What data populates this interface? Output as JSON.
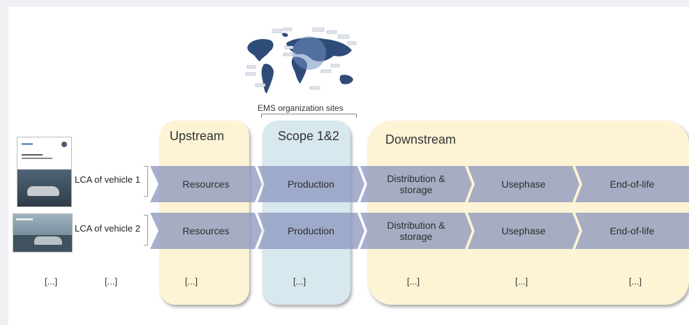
{
  "map": {
    "caption": "EMS organization sites"
  },
  "phases": {
    "upstream": "Upstream",
    "scope": "Scope 1&2",
    "downstream": "Downstream"
  },
  "rows": [
    {
      "label": "LCA of vehicle 1",
      "steps": [
        "Resources",
        "Production",
        "Distribution & storage",
        "Usephase",
        "End-of-life"
      ]
    },
    {
      "label": "LCA of vehicle 2",
      "steps": [
        "Resources",
        "Production",
        "Distribution & storage",
        "Usephase",
        "End-of-life"
      ]
    }
  ],
  "ellipsis": "[...]",
  "colors": {
    "upstream": "#fdf4d6",
    "scope": "#d7e8ef",
    "downstream": "#fdf4d6",
    "chevron": "#8d99be",
    "map": "#2f4b78"
  }
}
